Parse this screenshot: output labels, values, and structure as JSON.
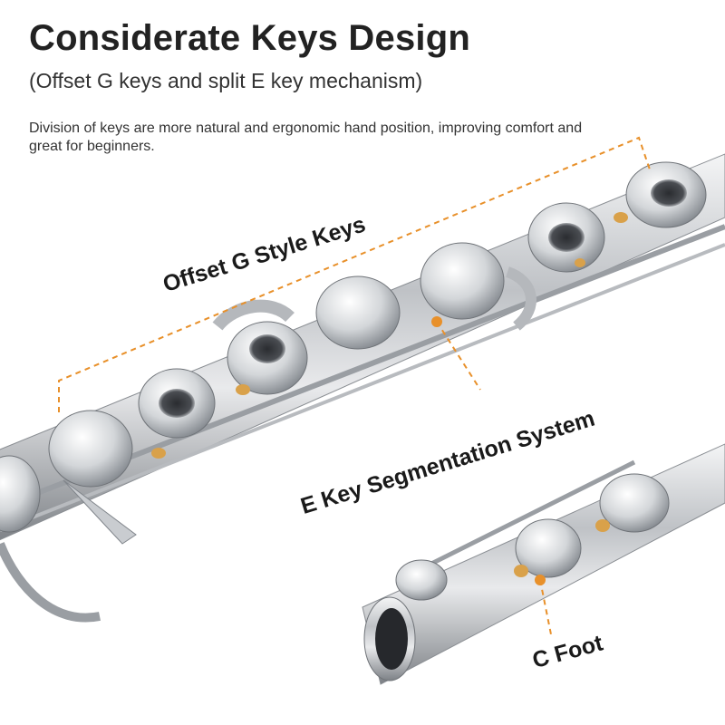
{
  "header": {
    "title": "Considerate Keys Design",
    "subtitle": "(Offset G keys and split E key mechanism)",
    "description": "Division of keys are more natural and ergonomic hand position, improving comfort and great for beginners."
  },
  "callouts": {
    "offset_g": "Offset G Style Keys",
    "e_key": "E Key Segmentation System",
    "c_foot": "C Foot"
  },
  "colors": {
    "accent": "#e8902a",
    "silver": "#c9ccd0",
    "pad": "#d9a14a"
  }
}
